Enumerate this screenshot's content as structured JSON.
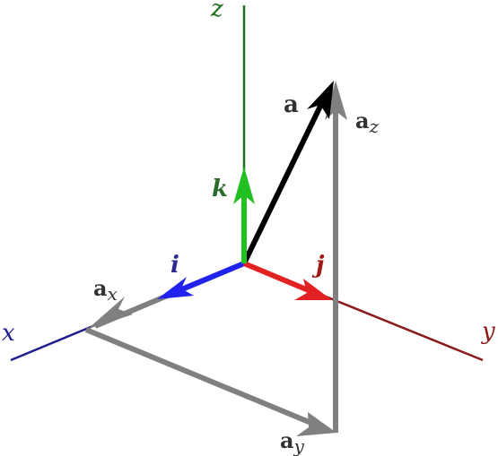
{
  "axes": {
    "x": {
      "label": "x",
      "color": "#1f1f8f"
    },
    "y": {
      "label": "y",
      "color": "#8b1a1a"
    },
    "z": {
      "label": "z",
      "color": "#1f6f1f"
    }
  },
  "unit_vectors": {
    "i": {
      "label": "i",
      "color": "#2222ee",
      "label_color": "#2a2a90"
    },
    "j": {
      "label": "j",
      "color": "#e22222",
      "label_color": "#a01a1a"
    },
    "k": {
      "label": "k",
      "color": "#22c022",
      "label_color": "#2a6a2a"
    }
  },
  "vector_a": {
    "label": "a",
    "color": "#000000"
  },
  "components": {
    "color": "#808080",
    "ax": {
      "base": "a",
      "sub": "x"
    },
    "ay": {
      "base": "a",
      "sub": "y"
    },
    "az": {
      "base": "a",
      "sub": "z"
    }
  }
}
